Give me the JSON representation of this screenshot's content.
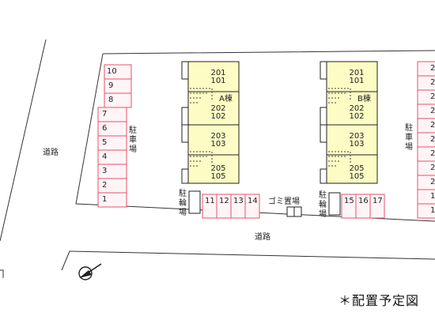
{
  "roads": {
    "left": "道路",
    "bottom": "道路"
  },
  "left_parking": {
    "label": "駐車場",
    "upper_slots": [
      "10",
      "9",
      "8"
    ],
    "lower_slots": [
      "7",
      "6",
      "5",
      "4",
      "3",
      "2",
      "1"
    ]
  },
  "bottom_parking_a": {
    "slots": [
      "11",
      "12",
      "13",
      "14"
    ]
  },
  "bottom_parking_b": {
    "slots": [
      "15",
      "16",
      "17"
    ]
  },
  "bike_parking_a": {
    "label": "駐輪場"
  },
  "bike_parking_b": {
    "label": "駐輪場"
  },
  "garbage": {
    "label": "ゴミ置場"
  },
  "right_parking": {
    "label": "駐車場",
    "visible_slots": [
      "2",
      "2",
      "2",
      "2",
      "2",
      "2",
      "2",
      "2",
      "2",
      "1",
      "1"
    ]
  },
  "building_a": {
    "label": "A棟",
    "units": [
      {
        "top": "201",
        "bottom": "101"
      },
      {
        "top": "202",
        "bottom": "102"
      },
      {
        "top": "203",
        "bottom": "103"
      },
      {
        "top": "205",
        "bottom": "105"
      }
    ]
  },
  "building_b": {
    "label": "B棟",
    "units": [
      {
        "top": "201",
        "bottom": "101"
      },
      {
        "top": "202",
        "bottom": "102"
      },
      {
        "top": "203",
        "bottom": "103"
      },
      {
        "top": "205",
        "bottom": "105"
      }
    ]
  },
  "note": "＊配置予定図",
  "colors": {
    "building_fill": "#fcfcc4",
    "parking_stroke": "#e8506a",
    "parking_fill": "#fff5f7",
    "line": "#222222"
  }
}
